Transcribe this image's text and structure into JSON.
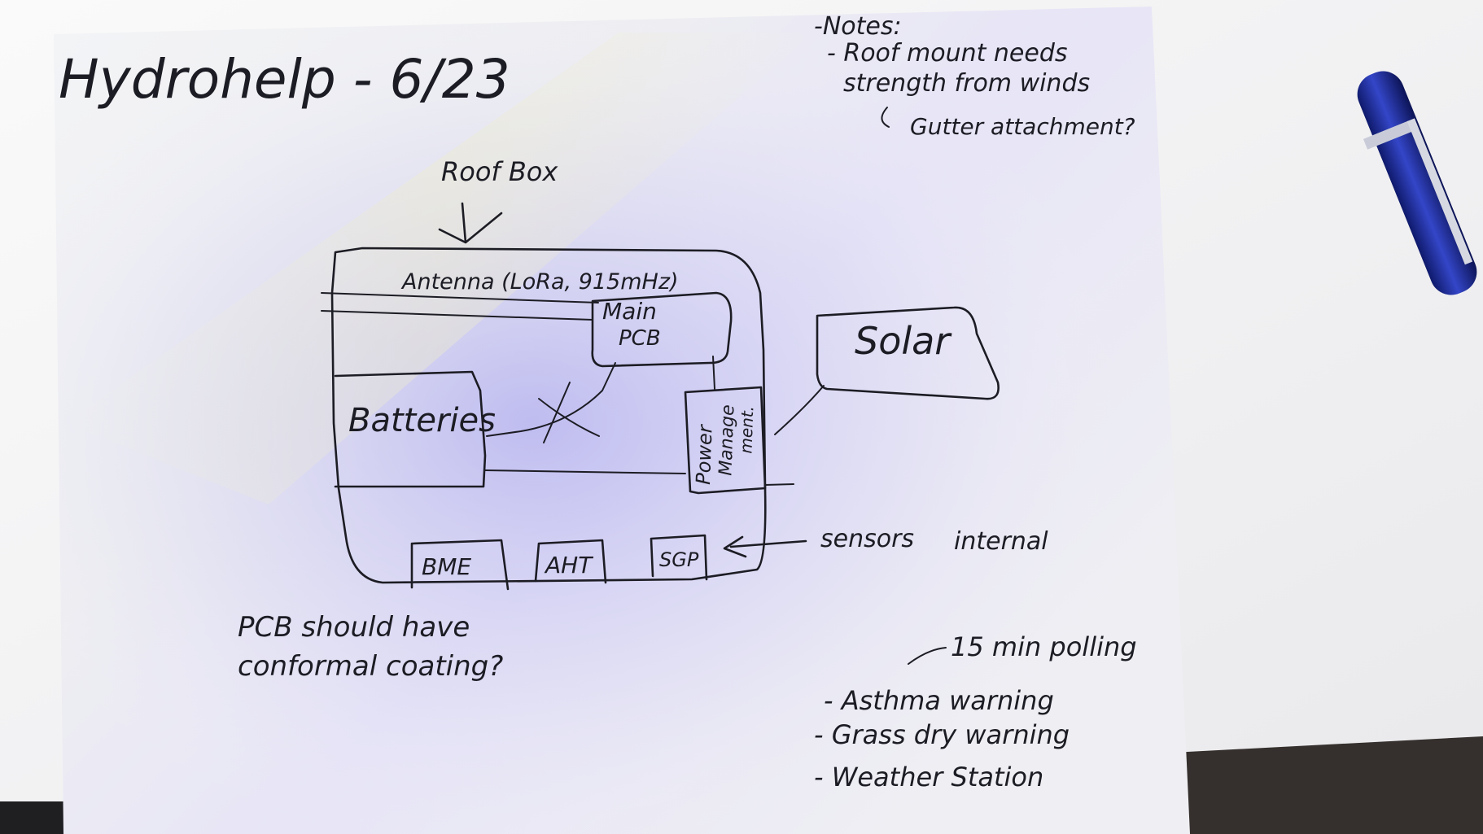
{
  "sheet": {
    "title": "Hydrohelp - 6/23"
  },
  "notes": {
    "heading": "-Notes:",
    "line1": "- Roof mount needs",
    "line2": "strength from winds",
    "line3": "Gutter attachment?"
  },
  "diagram": {
    "roof_box_label": "Roof Box",
    "antenna_label": "Antenna (LoRa, 915mHz)",
    "main_pcb_line1": "Main",
    "main_pcb_line2": "PCB",
    "batteries_label": "Batteries",
    "power_line1": "Power",
    "power_line2": "Manage",
    "power_line3": "ment.",
    "solar_label": "Solar",
    "sensor_bme": "BME",
    "sensor_aht": "AHT",
    "sensor_sgp": "SGP",
    "sensors_label": "sensors",
    "internal_label": "internal"
  },
  "pcb_note": {
    "line1": "PCB should have",
    "line2": "conformal coating?"
  },
  "features": {
    "polling": "15 min polling",
    "asthma": "- Asthma warning",
    "grass": "- Grass dry warning",
    "weather": "- Weather Station"
  },
  "colors": {
    "ink": "#1c1c24",
    "paper": "#f4f4f7",
    "table": "#f1f1f1",
    "pen_body": "#1f2f9c"
  }
}
